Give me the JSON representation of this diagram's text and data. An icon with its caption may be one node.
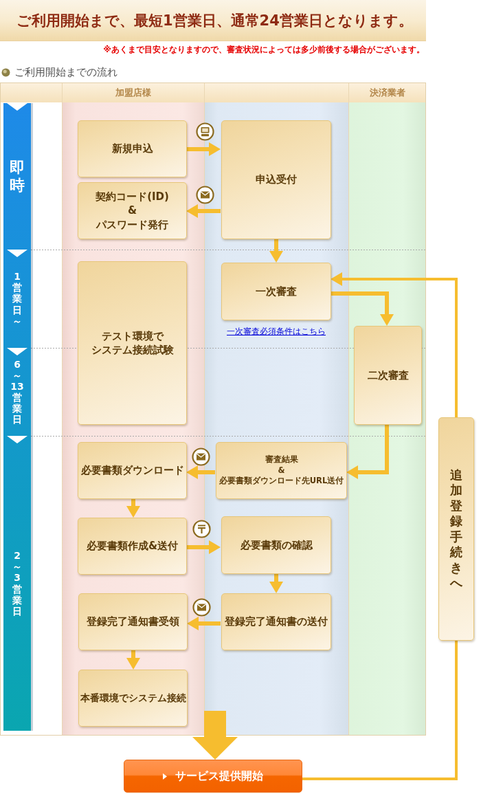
{
  "diagram": {
    "title": "ご利用開始まで、最短1営業日、通常24営業日となります。",
    "nodes": [
      {
        "text": [
          "加盟店様"
        ]
      },
      {
        "text": [],
        "shape": "band"
      },
      {
        "text": [
          "決済業者"
        ]
      },
      {
        "text": [
          "即時"
        ]
      },
      {
        "text": [
          "1営業日～"
        ]
      },
      {
        "text": [
          "6～13営業日"
        ]
      },
      {
        "text": [
          "2～3営業日"
        ]
      },
      {
        "text": [
          "新規申込"
        ],
        "in": 0
      },
      {
        "text": [
          "申込受付"
        ],
        "in": 1
      },
      {
        "text": [
          "契約コード(ID) & パスワード発行"
        ],
        "in": 0
      },
      {
        "text": [
          "一次審査"
        ],
        "in": 1,
        "beside": [
          "一次審査必須条件はこちら"
        ]
      },
      {
        "text": [
          "テスト環境でシステム接続試験"
        ],
        "in": 0
      },
      {
        "text": [
          "二次審査"
        ],
        "in": 2
      },
      {
        "text": [
          "必要書類ダウンロード"
        ],
        "in": 0
      },
      {
        "text": [
          "審査結果 & 必要書類ダウンロード先URL送付"
        ],
        "in": 1
      },
      {
        "text": [
          "必要書類作成&送付"
        ],
        "in": 0
      },
      {
        "text": [
          "必要書類の確認"
        ],
        "in": 1
      },
      {
        "text": [
          "登録完了通知書受領"
        ],
        "in": 0
      },
      {
        "text": [
          "登録完了通知書の送付"
        ],
        "in": 1
      },
      {
        "text": [
          "本番環境でシステム接続"
        ],
        "in": 0
      },
      {
        "text": [
          "追加登録手続きへ"
        ]
      },
      {
        "text": [
          "サービス提供開始"
        ]
      }
    ],
    "edges": [
      {
        "from": 7,
        "to": 8,
        "arrow": "to"
      },
      {
        "from": 8,
        "to": 9,
        "arrow": "to"
      },
      {
        "from": 8,
        "to": 10,
        "arrow": "to"
      },
      {
        "from": 10,
        "to": 12,
        "arrow": "to"
      },
      {
        "from": 12,
        "to": 14,
        "arrow": "to"
      },
      {
        "from": 14,
        "to": 13,
        "arrow": "to"
      },
      {
        "from": 13,
        "to": 15,
        "arrow": "to"
      },
      {
        "from": 15,
        "to": 16,
        "arrow": "to"
      },
      {
        "from": 16,
        "to": 18,
        "arrow": "to"
      },
      {
        "from": 18,
        "to": 17,
        "arrow": "to"
      },
      {
        "from": 17,
        "to": 19,
        "arrow": "to"
      },
      {
        "from": null,
        "to": 21,
        "arrow": "to",
        "style": "thick"
      },
      {
        "from": 21,
        "to": 20,
        "arrow": "none"
      },
      {
        "from": 20,
        "to": 10,
        "arrow": "to"
      }
    ],
    "labels": [
      "※あくまで目安となりますので、審査状況によっては多少前後する場合がございます。",
      "ご利用開始までの流れ"
    ]
  }
}
